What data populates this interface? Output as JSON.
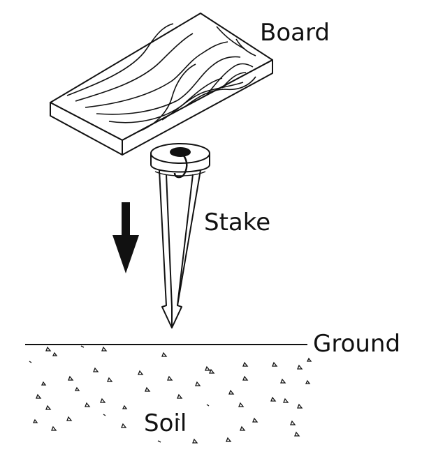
{
  "labels": {
    "board": "Board",
    "stake": "Stake",
    "ground": "Ground",
    "soil": "Soil"
  },
  "colors": {
    "line": "#111111",
    "background": "#ffffff"
  },
  "icons": {
    "arrow": "down-arrow-icon"
  }
}
